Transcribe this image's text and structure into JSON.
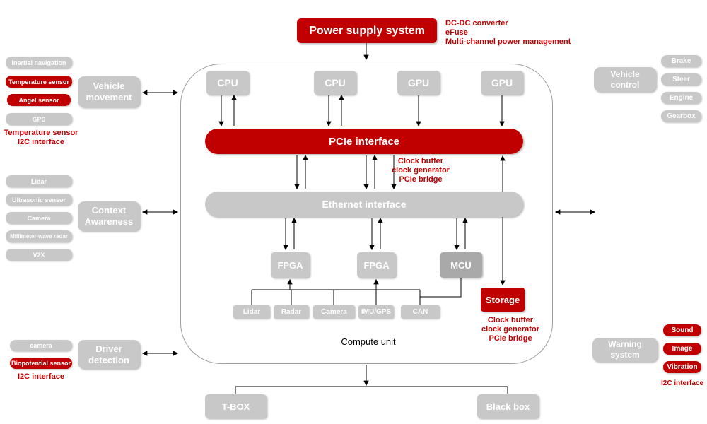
{
  "colors": {
    "accent_red": "#c00000",
    "node_gray": "#c8c8c8",
    "mcu_gray": "#a9a9a9"
  },
  "power_supply": {
    "label": "Power supply system",
    "annotation": [
      "DC-DC converter",
      "eFuse",
      "Multi-channel power management"
    ]
  },
  "compute_unit": {
    "caption": "Compute unit",
    "processors": [
      {
        "label": "CPU"
      },
      {
        "label": "CPU"
      },
      {
        "label": "GPU"
      },
      {
        "label": "GPU"
      }
    ],
    "pcie_interface": {
      "label": "PCIe interface",
      "annotation": [
        "Clock buffer",
        "clock generator",
        "PCIe bridge"
      ]
    },
    "ethernet_interface": {
      "label": "Ethernet interface"
    },
    "controllers": [
      {
        "label": "FPGA"
      },
      {
        "label": "FPGA"
      },
      {
        "label": "MCU"
      }
    ],
    "peripherals": [
      {
        "label": "Lidar"
      },
      {
        "label": "Radar"
      },
      {
        "label": "Camera"
      },
      {
        "label": "IMU/GPS"
      },
      {
        "label": "CAN"
      }
    ],
    "storage": {
      "label": "Storage",
      "annotation": [
        "Clock buffer",
        "clock generator",
        "PCIe bridge"
      ]
    }
  },
  "left_panels": [
    {
      "group": "Vehicle movement",
      "items": [
        {
          "label": "Inertial navigation",
          "variant": "gray"
        },
        {
          "label": "Temperature sensor",
          "variant": "red"
        },
        {
          "label": "Angel sensor",
          "variant": "red"
        },
        {
          "label": "GPS",
          "variant": "gray"
        }
      ],
      "note": [
        "Temperature sensor",
        "I2C interface"
      ]
    },
    {
      "group": "Context Awareness",
      "items": [
        {
          "label": "Lidar",
          "variant": "gray"
        },
        {
          "label": "Ultrasonic sensor",
          "variant": "gray"
        },
        {
          "label": "Camera",
          "variant": "gray"
        },
        {
          "label": "Millimeter-wave radar",
          "variant": "gray"
        },
        {
          "label": "V2X",
          "variant": "gray"
        }
      ],
      "note": []
    },
    {
      "group": "Driver detection",
      "items": [
        {
          "label": "camera",
          "variant": "gray"
        },
        {
          "label": "Biopotential sensor",
          "variant": "red"
        }
      ],
      "note": [
        "I2C interface"
      ]
    }
  ],
  "right_panels": [
    {
      "group": "Vehicle control",
      "items": [
        {
          "label": "Brake",
          "variant": "gray"
        },
        {
          "label": "Steer",
          "variant": "gray"
        },
        {
          "label": "Engine",
          "variant": "gray"
        },
        {
          "label": "Gearbox",
          "variant": "gray"
        }
      ],
      "note": []
    },
    {
      "group": "Warning system",
      "items": [
        {
          "label": "Sound",
          "variant": "red"
        },
        {
          "label": "Image",
          "variant": "red"
        },
        {
          "label": "Vibration",
          "variant": "red"
        }
      ],
      "note": [
        "I2C interface"
      ]
    }
  ],
  "bottom_nodes": [
    {
      "label": "T-BOX"
    },
    {
      "label": "Black box"
    }
  ]
}
